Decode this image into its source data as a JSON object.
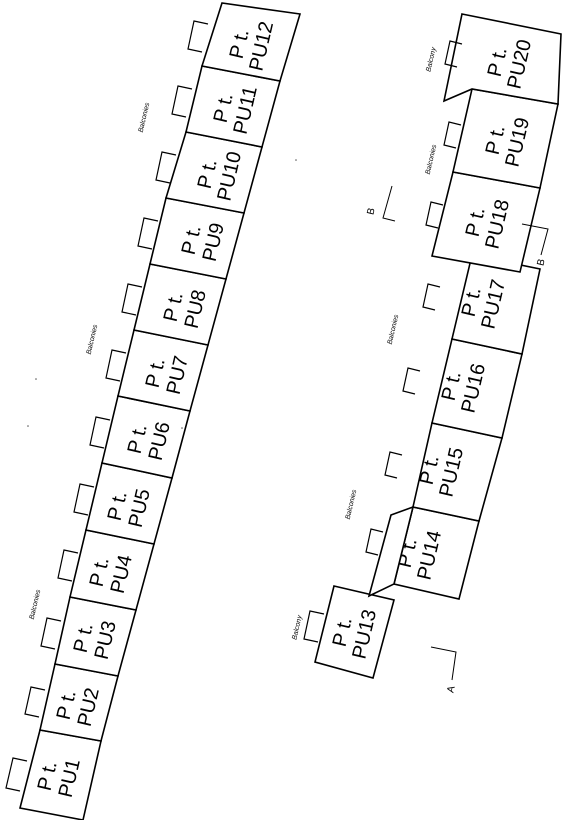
{
  "units_left": [
    {
      "l1": "P t.",
      "l2": "PU1"
    },
    {
      "l1": "P t.",
      "l2": "PU2"
    },
    {
      "l1": "P t.",
      "l2": "PU3"
    },
    {
      "l1": "P t.",
      "l2": "PU4"
    },
    {
      "l1": "P t.",
      "l2": "PU5"
    },
    {
      "l1": "P t.",
      "l2": "PU6"
    },
    {
      "l1": "P t.",
      "l2": "PU7"
    },
    {
      "l1": "P t.",
      "l2": "PU8"
    },
    {
      "l1": "P t.",
      "l2": "PU9"
    },
    {
      "l1": "P t.",
      "l2": "PU10"
    },
    {
      "l1": "P t.",
      "l2": "PU11"
    },
    {
      "l1": "P t.",
      "l2": "PU12"
    }
  ],
  "units_right": [
    {
      "l1": "P t.",
      "l2": "PU13"
    },
    {
      "l1": "P t.",
      "l2": "PU14"
    },
    {
      "l1": "P t.",
      "l2": "PU15"
    },
    {
      "l1": "P t.",
      "l2": "PU16"
    },
    {
      "l1": "P t.",
      "l2": "PU17"
    },
    {
      "l1": "P t.",
      "l2": "PU18"
    },
    {
      "l1": "P t.",
      "l2": "PU19"
    },
    {
      "l1": "P t.",
      "l2": "PU20"
    }
  ],
  "balcony_labels": {
    "left_1": "Balconies",
    "left_2": "Balconies",
    "left_3": "Balconies",
    "right_bottom": "Balcony",
    "right_1": "Balconies",
    "right_2": "Balconies",
    "right_3": "Balconies",
    "right_top": "Balcony"
  },
  "section_marks": {
    "a": "A",
    "b_upper": "B",
    "b_lower": "B"
  }
}
